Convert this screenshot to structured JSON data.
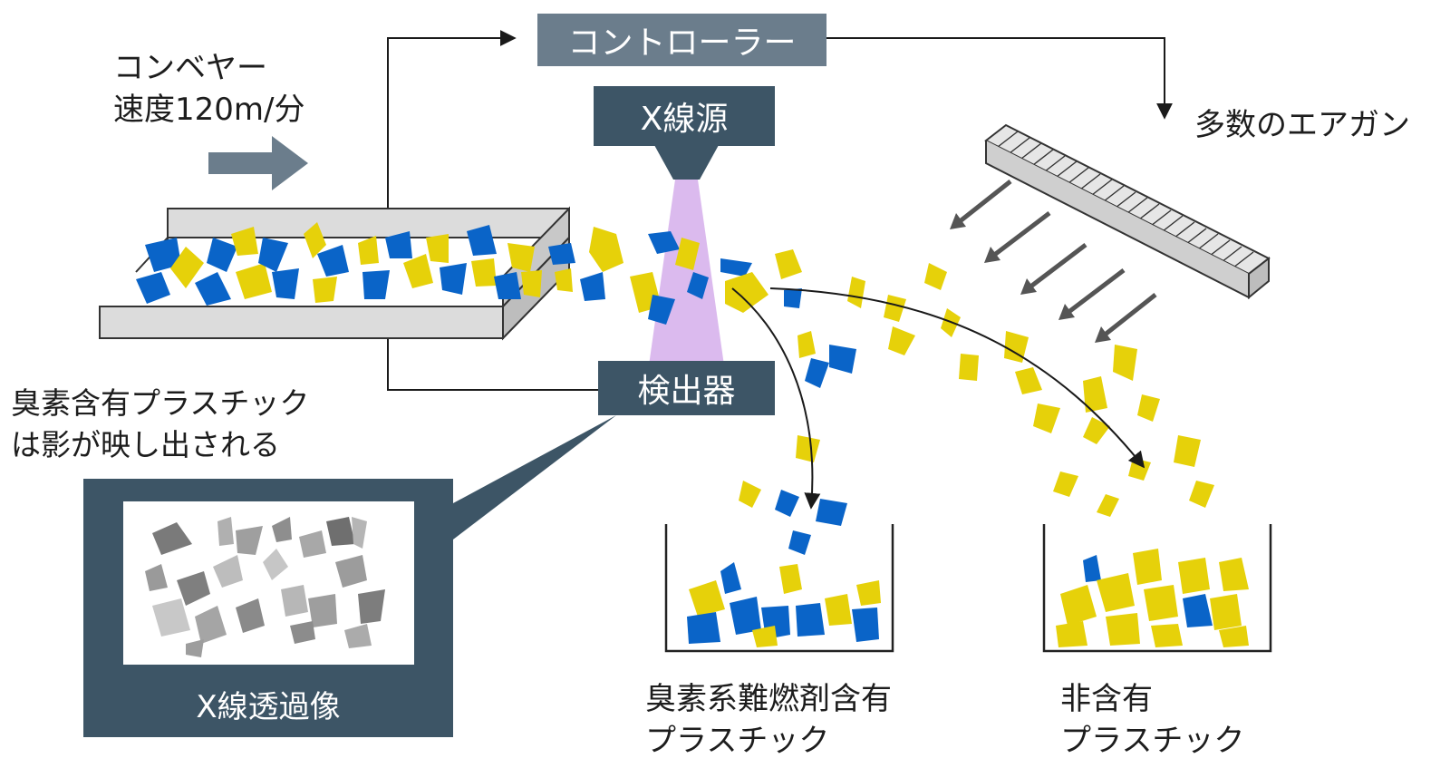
{
  "labels": {
    "controller": "コントローラー",
    "xray_source": "X線源",
    "detector": "検出器",
    "conveyor_line1": "コンベヤー",
    "conveyor_line2": "速度120m/分",
    "air_guns": "多数のエアガン",
    "shadow_line1": "臭素含有プラスチック",
    "shadow_line2": "は影が映し出される",
    "xray_image": "X線透過像",
    "bin_left_line1": "臭素系難燃剤含有",
    "bin_left_line2": "プラスチック",
    "bin_right_line1": "非含有",
    "bin_right_line2": "プラスチック"
  },
  "colors": {
    "blue_fragment": "#0a64c8",
    "yellow_fragment": "#e6d10a",
    "box_dark": "#3d5566",
    "box_grey": "#6b7d8c",
    "xray_beam": "#d7b2ec",
    "conveyor": "#d9d9d9"
  }
}
